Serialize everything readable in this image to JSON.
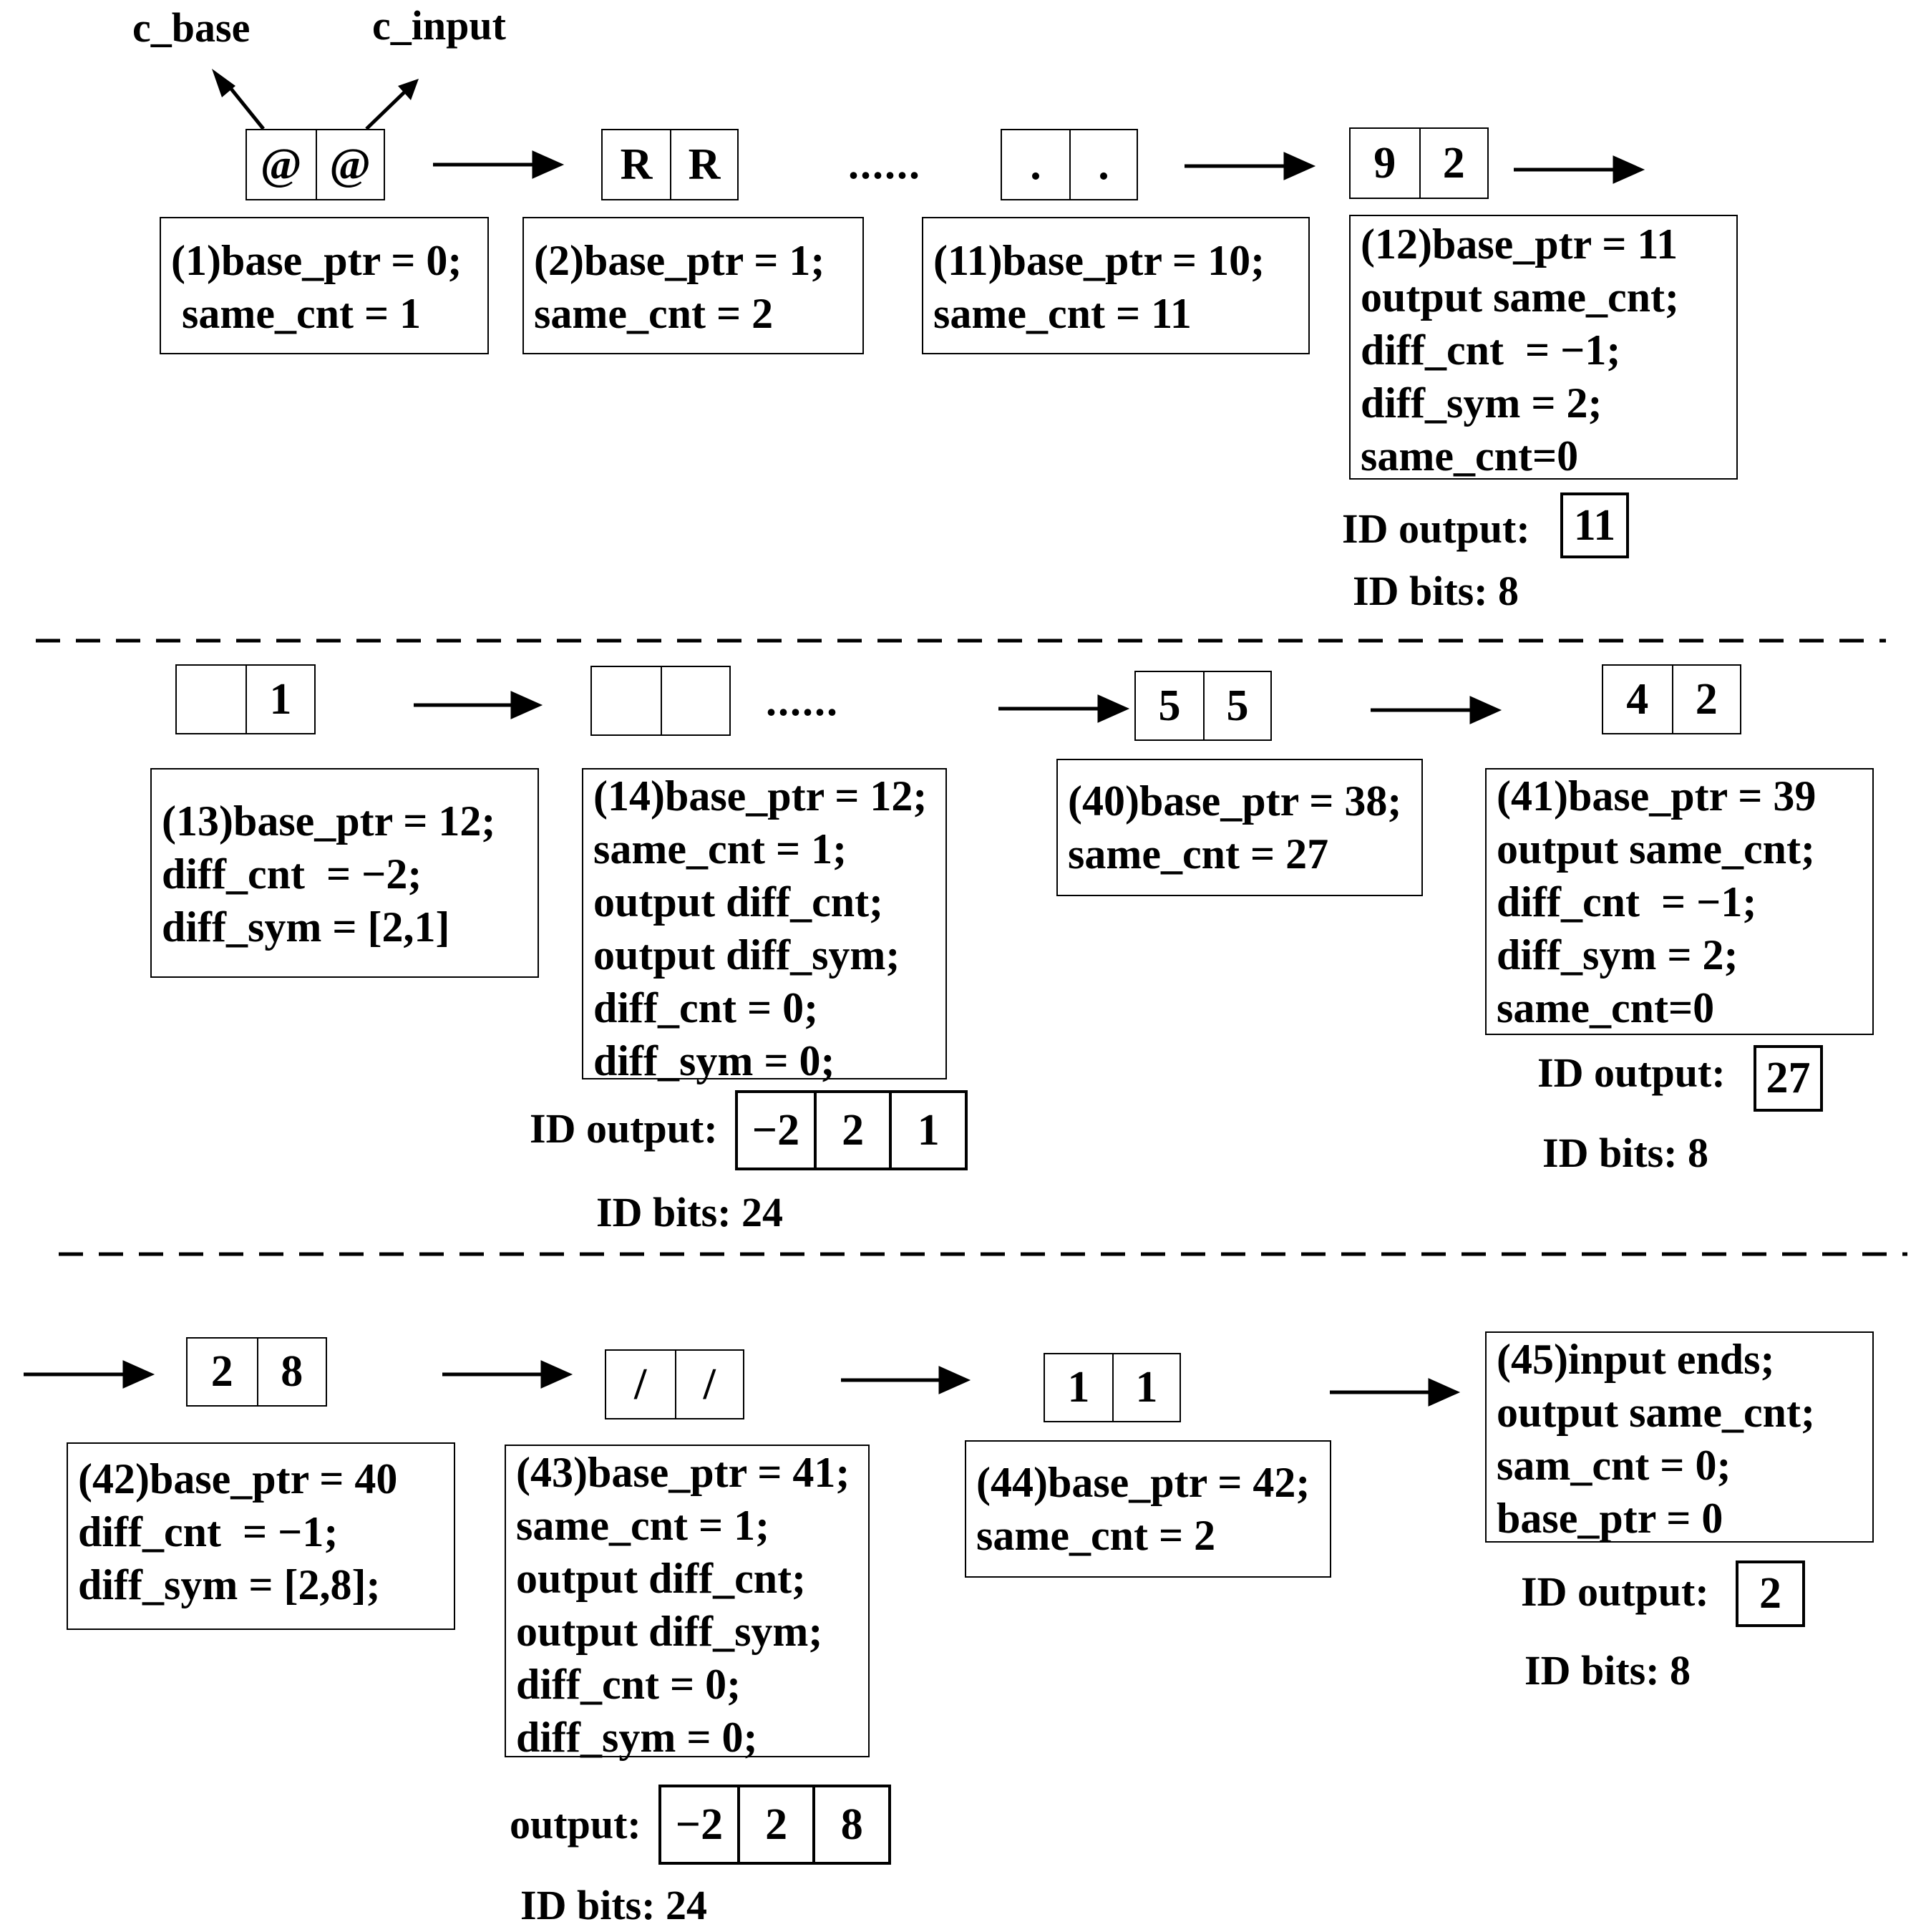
{
  "pointer_labels": {
    "c_base": "c_base",
    "c_input": "c_input"
  },
  "ellipsis": "......",
  "row1": {
    "pairs": [
      [
        "@",
        "@"
      ],
      [
        "R",
        "R"
      ],
      [
        ".",
        "."
      ],
      [
        "9",
        "2"
      ]
    ],
    "steps": [
      [
        "(1)base_ptr = 0;",
        " same_cnt = 1"
      ],
      [
        "(2)base_ptr = 1;",
        "same_cnt = 2"
      ],
      [
        "(11)base_ptr = 10;",
        "same_cnt = 11"
      ],
      [
        "(12)base_ptr = 11",
        "output same_cnt;",
        "diff_cnt  = −1;",
        "diff_sym = 2;",
        "same_cnt=0"
      ]
    ],
    "id_output_label": "ID output:",
    "id_output_values": [
      "11"
    ],
    "id_bits": "ID bits: 8"
  },
  "row2": {
    "pairs": [
      [
        "",
        "1"
      ],
      [
        "",
        ""
      ],
      [
        "5",
        "5"
      ],
      [
        "4",
        "2"
      ]
    ],
    "steps": [
      [
        "(13)base_ptr = 12;",
        "diff_cnt  = −2;",
        "diff_sym = [2,1]"
      ],
      [
        "(14)base_ptr = 12;",
        "same_cnt = 1;",
        "output diff_cnt;",
        "output diff_sym;",
        "diff_cnt = 0;",
        "diff_sym = 0;"
      ],
      [
        "(40)base_ptr = 38;",
        "same_cnt = 27"
      ],
      [
        "(41)base_ptr = 39",
        "output same_cnt;",
        "diff_cnt  = −1;",
        "diff_sym = 2;",
        "same_cnt=0"
      ]
    ],
    "id_output_a_label": "ID output:",
    "id_output_a_values": [
      "−2",
      "2",
      "1"
    ],
    "id_bits_a": "ID bits: 24",
    "id_output_b_label": "ID output:",
    "id_output_b_values": [
      "27"
    ],
    "id_bits_b": "ID bits: 8"
  },
  "row3": {
    "pairs": [
      [
        "2",
        "8"
      ],
      [
        "/",
        "/"
      ],
      [
        "1",
        "1"
      ]
    ],
    "steps": [
      [
        "(42)base_ptr = 40",
        "diff_cnt  = −1;",
        "diff_sym = [2,8];"
      ],
      [
        "(43)base_ptr = 41;",
        "same_cnt = 1;",
        "output diff_cnt;",
        "output diff_sym;",
        "diff_cnt = 0;",
        "diff_sym = 0;"
      ],
      [
        "(44)base_ptr = 42;",
        "same_cnt = 2"
      ],
      [
        "(45)input ends;",
        "output same_cnt;",
        "sam_cnt = 0;",
        "base_ptr = 0"
      ]
    ],
    "output_a_label": "output:",
    "output_a_values": [
      "−2",
      "2",
      "8"
    ],
    "id_bits_a": "ID bits: 24",
    "id_output_b_label": "ID output:",
    "id_output_b_values": [
      "2"
    ],
    "id_bits_b": "ID bits: 8"
  }
}
